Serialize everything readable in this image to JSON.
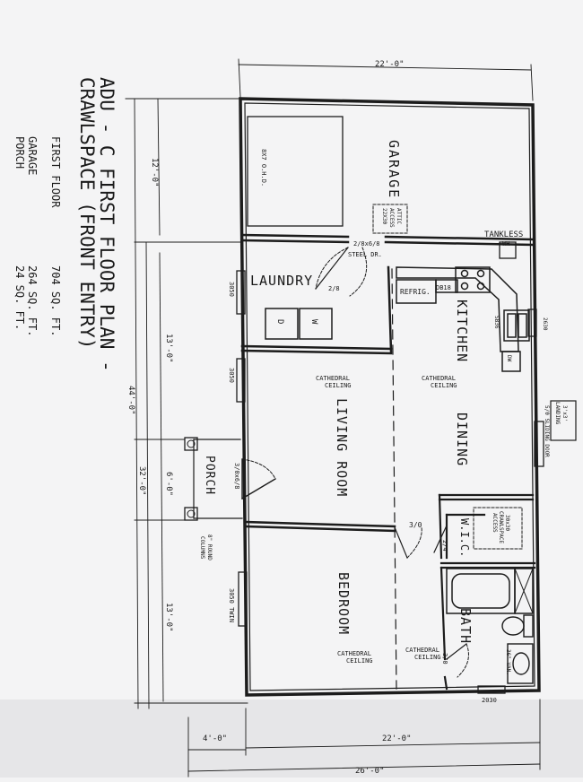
{
  "title_block": {
    "line1": "ADU - C FIRST FLOOR PLAN -",
    "line2": "CRAWLSPACE (FRONT ENTRY)"
  },
  "areas": [
    {
      "label": "FIRST FLOOR",
      "value": "704 SQ. FT."
    },
    {
      "label": "GARAGE",
      "value": "264 SQ. FT."
    },
    {
      "label": "PORCH",
      "value": "24 SQ. FT."
    }
  ],
  "rooms": {
    "garage": "GARAGE",
    "laundry": "LAUNDRY",
    "kitchen": "KITCHEN",
    "dining": "DINING",
    "living": "LIVING ROOM",
    "bedroom": "BEDROOM",
    "bath": "BATH",
    "wic": "W.I.C.",
    "porch": "PORCH"
  },
  "labels": {
    "ohd": "8X7 O.H.D.",
    "attic1": "ATTIC",
    "attic2": "ACCESS",
    "attic3": "22X30",
    "tankless": "TANKLESS",
    "wh": "WH",
    "steel1": "2/8x6/8",
    "steel2": "STEEL DR.",
    "refrig": "REFRIG.",
    "db18": "DB18",
    "sb36": "SB36",
    "dw": "DW",
    "landing1": "3'x3'",
    "landing2": "LANDING",
    "sliding": "5/0 SLIDING DOOR",
    "crawl1": "30x30",
    "crawl2": "CRAWLSPACE",
    "crawl3": "ACCESS",
    "van": "36\" VAN.",
    "column1": "8\" ROUND",
    "column2": "COLUMNS",
    "cath1": "CATHEDRAL",
    "cath2": "CEILING",
    "dryer": "D",
    "washer": "W"
  },
  "door_tags": {
    "laundry": "2/8",
    "wic_entry": "3/0",
    "wic_closet": "2/4",
    "bath": "3/0",
    "front": "3/0x6/8"
  },
  "window_tags": {
    "laundry": "3050",
    "living": "3050",
    "bedroom": "3050 TWIN",
    "kitchen": "2630",
    "bath": "2030"
  },
  "dimensions": {
    "top": "22'-0\"",
    "overall_length": "44'-0\"",
    "house_length": "32'-0\"",
    "garage_depth": "12'-0\"",
    "living_seg": "13'-0\"",
    "porch_seg": "6'-0\"",
    "bedroom_seg": "13'-0\"",
    "porch_width": "4'-0\"",
    "house_width": "22'-0\"",
    "overall_width": "26'-0\""
  }
}
